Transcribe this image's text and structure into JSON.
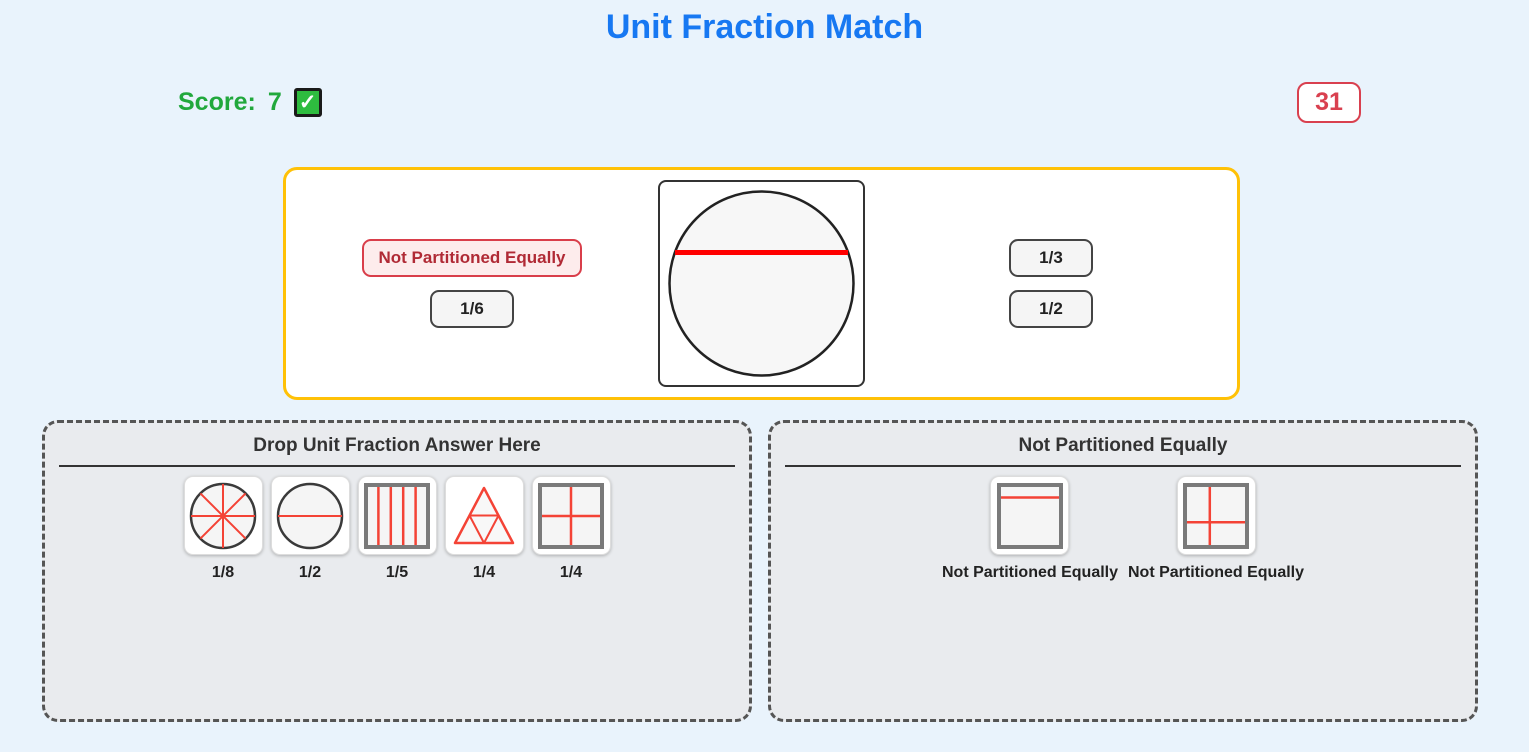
{
  "title": "Unit Fraction Match",
  "score": {
    "label": "Score:",
    "value": "7",
    "check_icon": "✓"
  },
  "timer": {
    "value": "31"
  },
  "question": {
    "shape": "circle-with-off-center-horizontal-chord",
    "left_options": [
      {
        "label": "Not Partitioned Equally"
      },
      {
        "label": "1/6"
      }
    ],
    "right_options": [
      {
        "label": "1/3"
      },
      {
        "label": "1/2"
      }
    ]
  },
  "left_panel": {
    "heading": "Drop Unit Fraction Answer Here",
    "tiles": [
      {
        "shape": "circle-8-slices",
        "label": "1/8"
      },
      {
        "shape": "circle-2-halves",
        "label": "1/2"
      },
      {
        "shape": "square-5-columns",
        "label": "1/5"
      },
      {
        "shape": "triangle-4-parts",
        "label": "1/4"
      },
      {
        "shape": "square-4-quarters",
        "label": "1/4"
      }
    ]
  },
  "right_panel": {
    "heading": "Not Partitioned Equally",
    "tiles": [
      {
        "shape": "square-unequal-horizontal-line",
        "label": "Not Partitioned Equally"
      },
      {
        "shape": "square-off-center-cross",
        "label": "Not Partitioned Equally"
      }
    ]
  },
  "colors": {
    "page_background": "#e9f3fc",
    "title_blue": "#1778f2",
    "score_green": "#21a83c",
    "checkbox_green": "#2ebc3f",
    "timer_red": "#d9404f",
    "card_border_yellow": "#ffc107",
    "chord_red": "#ff0000",
    "partition_red": "#f44336",
    "npe_button_text": "#b02a35",
    "npe_button_bg": "#fdecec"
  }
}
